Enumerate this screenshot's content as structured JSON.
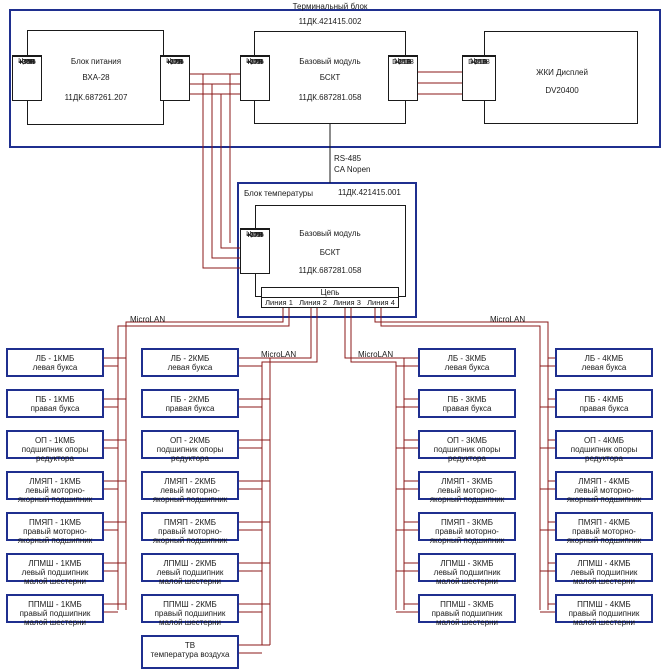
{
  "terminal": {
    "title": "Терминальный блок",
    "code": "11ДК.421415.002"
  },
  "psu": {
    "title": "Блок питания",
    "model": "ВХА-28",
    "code": "11ДК.687261.207",
    "left_ports": [
      "Цепь",
      "КРП",
      "+30В",
      "-30В"
    ],
    "right_ports": [
      "Цепь",
      "+12В",
      "-12В",
      "КРП"
    ]
  },
  "base_top": {
    "title": "Базовый модуль",
    "model": "БСКТ",
    "code": "11ДК.687281.058",
    "left_ports": [
      "Цепь",
      "+12В",
      "-12В",
      "КРП"
    ],
    "right_ports": [
      "Цепь",
      "+11В",
      "-15В",
      "D0-D8"
    ]
  },
  "lcd": {
    "title": "ЖКИ Дисплей",
    "model": "DV20400",
    "left_ports": [
      "Цепь",
      "+11В",
      "-15В",
      "D0-D8"
    ]
  },
  "bus": {
    "line1": "RS-485",
    "line2": "CA Nopen"
  },
  "temp_unit": {
    "title": "Блок температуры",
    "code": "11ДК.421415.001"
  },
  "base_bottom": {
    "title": "Базовый модуль",
    "model": "БСКТ",
    "code": "11ДК.687281.058",
    "left_ports": [
      "Цепь",
      "+12В",
      "-12В",
      "КРП"
    ],
    "bottom_header": "Цепь",
    "lines": [
      "Линия 1",
      "Линия 2",
      "Линия 3",
      "Линия 4"
    ]
  },
  "microlan": "MicroLAN",
  "groups": [
    {
      "sensors": [
        {
          "name": "ЛБ - 1КМБ",
          "desc": [
            "левая букса"
          ]
        },
        {
          "name": "ПБ - 1КМБ",
          "desc": [
            "правая букса"
          ]
        },
        {
          "name": "ОП - 1КМБ",
          "desc": [
            "подшипник опоры",
            "редуктора"
          ]
        },
        {
          "name": "ЛМЯП - 1КМБ",
          "desc": [
            "левый моторно-",
            "якорный подшипник"
          ]
        },
        {
          "name": "ПМЯП - 1КМБ",
          "desc": [
            "правый моторно-",
            "якорный подшипник"
          ]
        },
        {
          "name": "ЛПМШ - 1КМБ",
          "desc": [
            "левый подшипник",
            "малой шестерни"
          ]
        },
        {
          "name": "ППМШ - 1КМБ",
          "desc": [
            "правый подшипник",
            "малой шестерни"
          ]
        }
      ]
    },
    {
      "sensors": [
        {
          "name": "ЛБ - 2КМБ",
          "desc": [
            "левая букса"
          ]
        },
        {
          "name": "ПБ - 2КМБ",
          "desc": [
            "правая букса"
          ]
        },
        {
          "name": "ОП - 2КМБ",
          "desc": [
            "подшипник опоры",
            "редуктора"
          ]
        },
        {
          "name": "ЛМЯП - 2КМБ",
          "desc": [
            "левый моторно-",
            "якорный подшипник"
          ]
        },
        {
          "name": "ПМЯП - 2КМБ",
          "desc": [
            "правый моторно-",
            "якорный подшипник"
          ]
        },
        {
          "name": "ЛПМШ - 2КМБ",
          "desc": [
            "левый подшипник",
            "малой шестерни"
          ]
        },
        {
          "name": "ППМШ - 2КМБ",
          "desc": [
            "правый подшипник",
            "малой шестерни"
          ]
        },
        {
          "name": "ТВ",
          "desc": [
            "температура воздуха"
          ]
        }
      ]
    },
    {
      "sensors": [
        {
          "name": "ЛБ - 3КМБ",
          "desc": [
            "левая букса"
          ]
        },
        {
          "name": "ПБ - 3КМБ",
          "desc": [
            "правая букса"
          ]
        },
        {
          "name": "ОП - 3КМБ",
          "desc": [
            "подшипник опоры",
            "редуктора"
          ]
        },
        {
          "name": "ЛМЯП - 3КМБ",
          "desc": [
            "левый моторно-",
            "якорный подшипник"
          ]
        },
        {
          "name": "ПМЯП - 3КМБ",
          "desc": [
            "правый моторно-",
            "якорный подшипник"
          ]
        },
        {
          "name": "ЛПМШ - 3КМБ",
          "desc": [
            "левый подшипник",
            "малой шестерни"
          ]
        },
        {
          "name": "ППМШ - 3КМБ",
          "desc": [
            "правый подшипник",
            "малой шестерни"
          ]
        }
      ]
    },
    {
      "sensors": [
        {
          "name": "ЛБ - 4КМБ",
          "desc": [
            "левая букса"
          ]
        },
        {
          "name": "ПБ - 4КМБ",
          "desc": [
            "правая букса"
          ]
        },
        {
          "name": "ОП - 4КМБ",
          "desc": [
            "подшипник опоры",
            "редуктора"
          ]
        },
        {
          "name": "ЛМЯП - 4КМБ",
          "desc": [
            "левый моторно-",
            "якорный подшипник"
          ]
        },
        {
          "name": "ПМЯП - 4КМБ",
          "desc": [
            "правый моторно-",
            "якорный подшипник"
          ]
        },
        {
          "name": "ЛПМШ - 4КМБ",
          "desc": [
            "левый подшипник",
            "малой шестерни"
          ]
        },
        {
          "name": "ППМШ - 4КМБ",
          "desc": [
            "правый подшипник",
            "малой шестерни"
          ]
        }
      ]
    }
  ],
  "colors": {
    "frame": "#1f2f8f",
    "wire": "#8b1a1a",
    "line": "#1a1a1a"
  }
}
